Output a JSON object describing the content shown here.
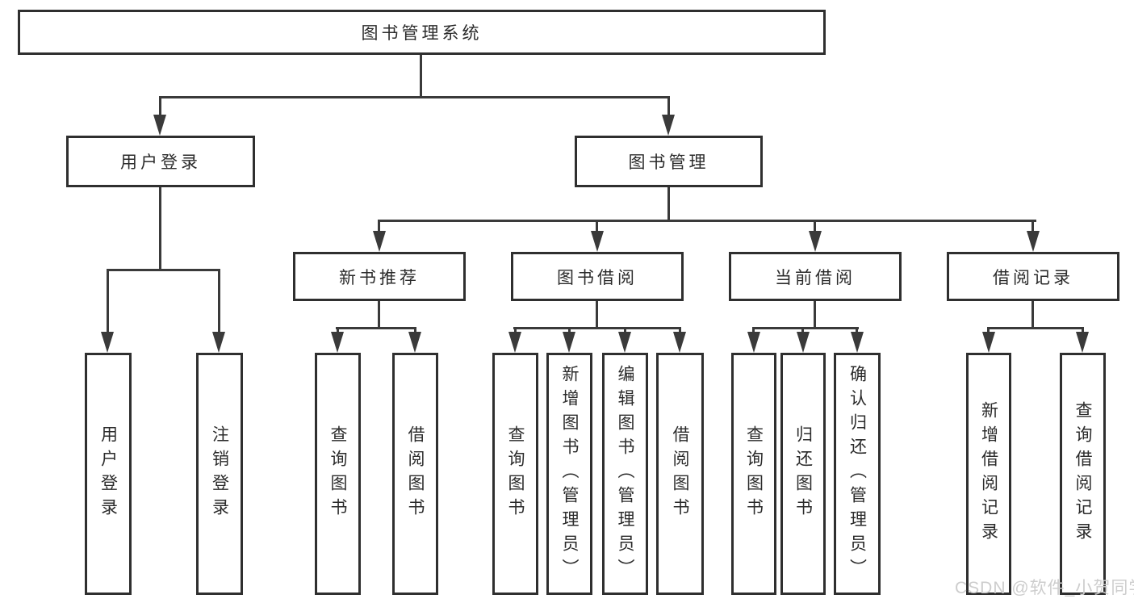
{
  "palette": {
    "line_color": "#3a3a3a",
    "box_border_color": "#2f2f2f",
    "text_color": "#2b2b2b",
    "watermark_color": "#cdcdcd",
    "background": "#ffffff"
  },
  "root": {
    "label": "图书管理系统"
  },
  "level2": [
    {
      "id": "user-login",
      "label": "用户登录"
    },
    {
      "id": "book-management",
      "label": "图书管理"
    }
  ],
  "level3": [
    {
      "id": "new-book-recommend",
      "label": "新书推荐"
    },
    {
      "id": "book-borrow",
      "label": "图书借阅"
    },
    {
      "id": "current-borrow",
      "label": "当前借阅"
    },
    {
      "id": "borrow-records",
      "label": "借阅记录"
    }
  ],
  "leaves": [
    {
      "id": "user-login-action",
      "label": "用户登录"
    },
    {
      "id": "logout-action",
      "label": "注销登录"
    },
    {
      "id": "recommend-query-books",
      "label": "查询图书"
    },
    {
      "id": "recommend-borrow-books",
      "label": "借阅图书"
    },
    {
      "id": "borrow-query-books",
      "label": "查询图书"
    },
    {
      "id": "borrow-add-books-admin",
      "label": "新增图书（管理员）"
    },
    {
      "id": "borrow-edit-books-admin",
      "label": "编辑图书（管理员）"
    },
    {
      "id": "borrow-borrow-books",
      "label": "借阅图书"
    },
    {
      "id": "current-query-books",
      "label": "查询图书"
    },
    {
      "id": "current-return-books",
      "label": "归还图书"
    },
    {
      "id": "current-confirm-return-admin",
      "label": "确认归还（管理员）"
    },
    {
      "id": "records-add-borrow-record",
      "label": "新增借阅记录"
    },
    {
      "id": "records-query-borrow-record",
      "label": "查询借阅记录"
    }
  ],
  "watermark": "CSDN @软件_小贺同学"
}
